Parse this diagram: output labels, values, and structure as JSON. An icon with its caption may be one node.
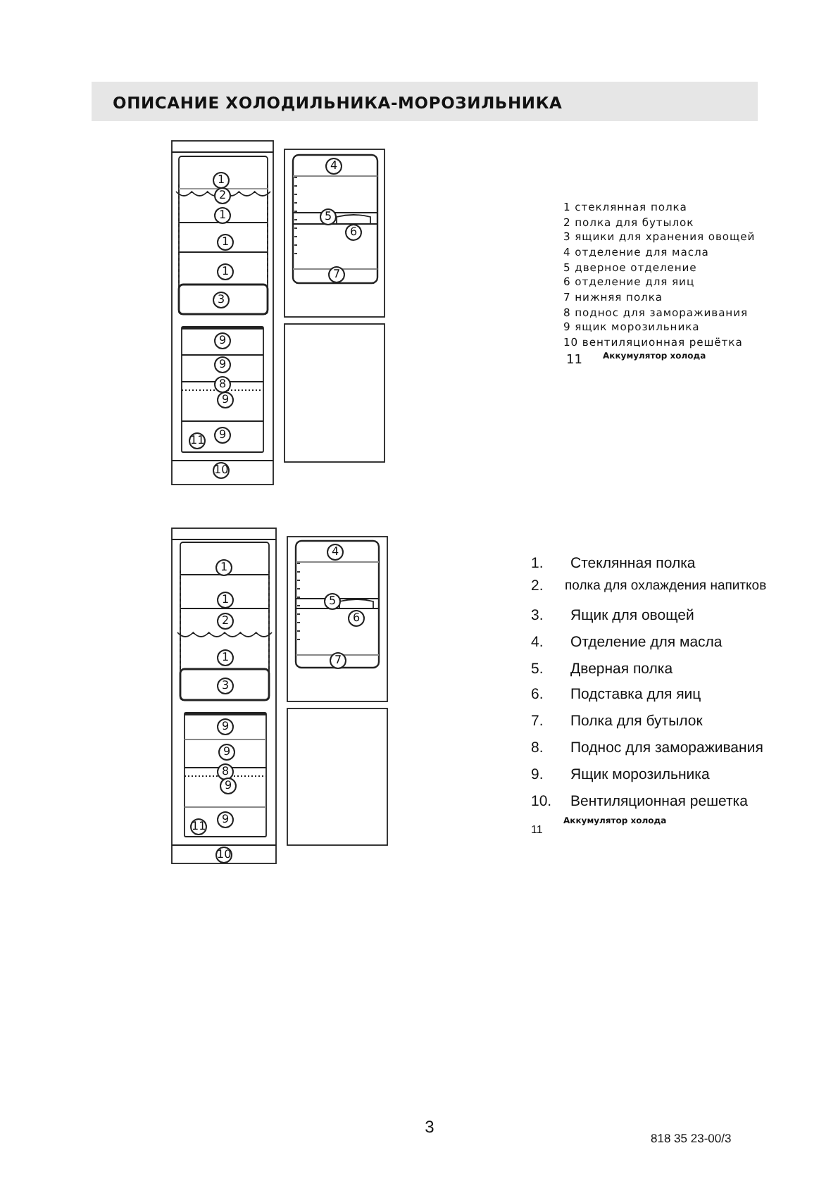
{
  "diagram": {
    "title": "ОПИСАНИЕ ХОЛОДИЛЬНИКА-МОРОЗИЛЬНИКА",
    "labels": [
      "1",
      "2",
      "1",
      "1",
      "1",
      "3",
      "4",
      "5",
      "6",
      "7",
      "9",
      "9",
      "8",
      "9",
      "11",
      "9",
      "10",
      "1 стеклянная полка",
      "2 полка для бутылок",
      "3 ящики для хранения овощей",
      "4 отделение для масла",
      "5 дверное отделение",
      "6 отделение для яиц",
      "7 нижняя полка",
      "8 поднос для замораживания",
      "9 ящик морозильника",
      "10 вентиляционная решётка",
      "11",
      "Аккумулятор холода",
      "1",
      "1",
      "2",
      "1",
      "3",
      "4",
      "5",
      "6",
      "7",
      "9",
      "9",
      "8",
      "9",
      "11",
      "9",
      "10",
      "1.",
      "Стеклянная полка",
      "2.",
      "полка для охлаждения напитков",
      "3.",
      "Ящик для овощей",
      "4.",
      "Отделение для масла",
      "5.",
      "Дверная полка",
      "6.",
      "Подставка для яиц",
      "7.",
      "Полка для бутылок",
      "8.",
      "Поднос для замораживания",
      "9.",
      "Ящик морозильника",
      "10.",
      "Вентиляционная решетка",
      "11",
      "Аккумулятор холода",
      "3",
      "818  35 23-00/3"
    ]
  }
}
